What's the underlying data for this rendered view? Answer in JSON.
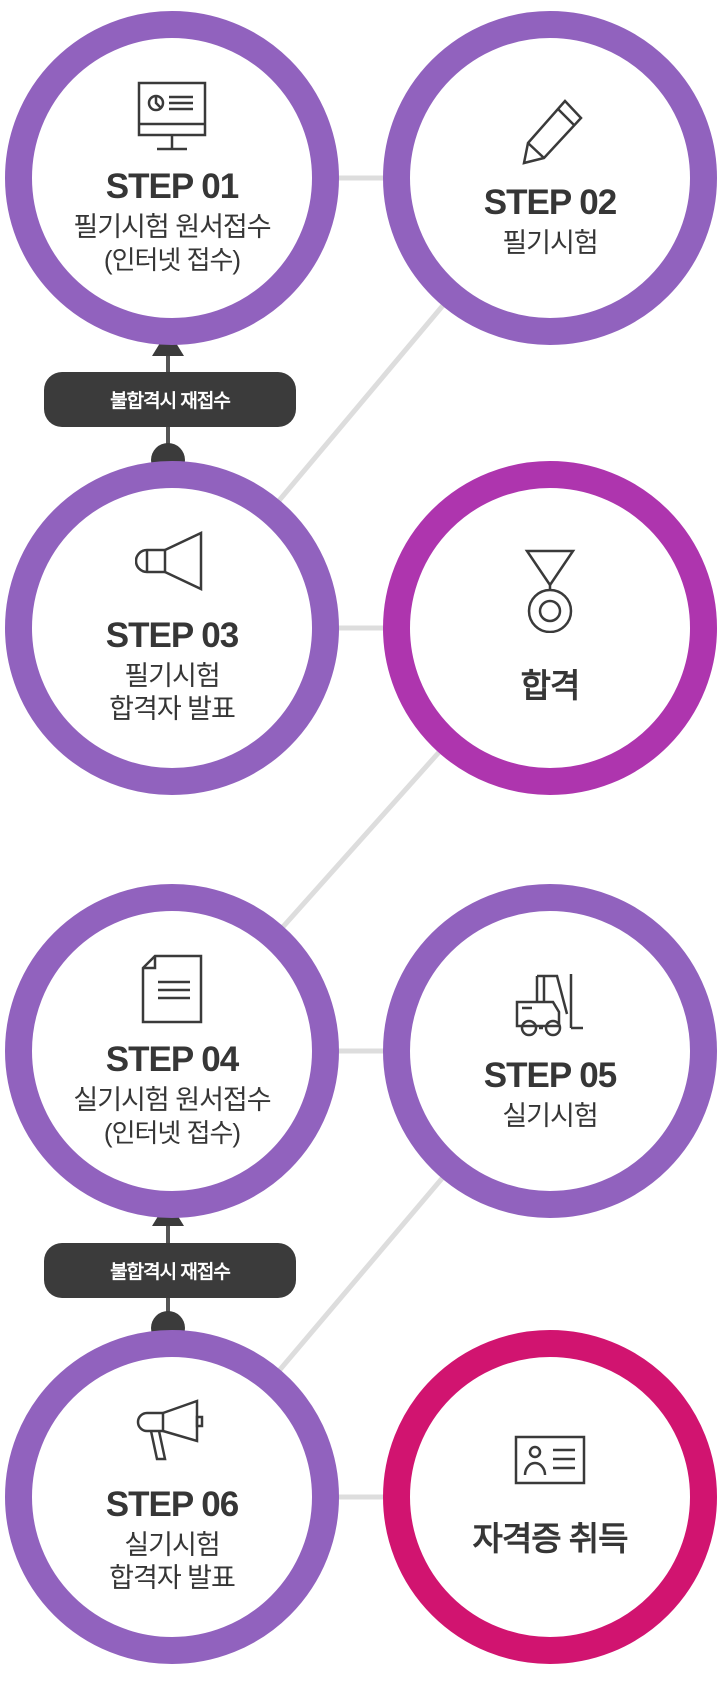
{
  "colors": {
    "step": "#9162BE",
    "pass": "#AE35AE",
    "cert": "#D11470",
    "line": "#DDDDDD",
    "badge": "#3B3B3B"
  },
  "steps": [
    {
      "label": "STEP 01",
      "lines": [
        "필기시험 원서접수",
        "(인터넷 접수)"
      ],
      "icon": "monitor-icon"
    },
    {
      "label": "STEP 02",
      "lines": [
        "필기시험"
      ],
      "icon": "pencil-icon"
    },
    {
      "label": "STEP 03",
      "lines": [
        "필기시험",
        "합격자 발표"
      ],
      "icon": "speaker-icon"
    },
    {
      "label": "합격",
      "icon": "medal-icon"
    },
    {
      "label": "STEP 04",
      "lines": [
        "실기시험 원서접수",
        "(인터넷 접수)"
      ],
      "icon": "document-icon"
    },
    {
      "label": "STEP 05",
      "lines": [
        "실기시험"
      ],
      "icon": "forklift-icon"
    },
    {
      "label": "STEP 06",
      "lines": [
        "실기시험",
        "합격자 발표"
      ],
      "icon": "megaphone-icon"
    },
    {
      "label": "자격증 취득",
      "icon": "id-card-icon"
    }
  ],
  "retry_badges": [
    "불합격시 재접수",
    "불합격시 재접수"
  ]
}
